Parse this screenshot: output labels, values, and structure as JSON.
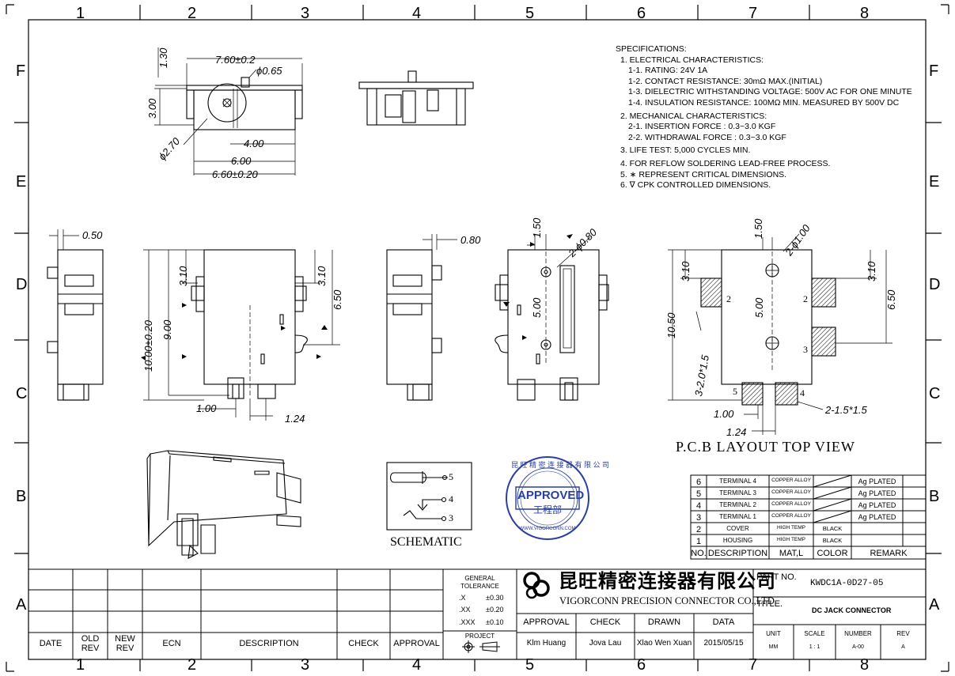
{
  "grid": {
    "columns": [
      "1",
      "2",
      "3",
      "4",
      "5",
      "6",
      "7",
      "8"
    ],
    "rows": [
      "F",
      "E",
      "D",
      "C",
      "B",
      "A"
    ]
  },
  "specifications": {
    "title": "SPECIFICATIONS:",
    "lines": [
      "1. ELECTRICAL CHARACTERISTICS:",
      "1-1. RATING: 24V 1A",
      "1-2. CONTACT RESISTANCE: 30mΩ MAX.(INITIAL)",
      "1-3. DIELECTRIC WITHSTANDING VOLTAGE: 500V AC FOR ONE MINUTE",
      "1-4. INSULATION RESISTANCE: 100MΩ MIN. MEASURED BY 500V DC",
      "2. MECHANICAL CHARACTERISTICS:",
      "2-1. INSERTION FORCE : 0.3~3.0 KGF",
      "2-2. WITHDRAWAL FORCE : 0.3~3.0 KGF",
      "3. LIFE TEST: 5,000 CYCLES MIN.",
      "4. FOR REFLOW SOLDERING LEAD-FREE PROCESS.",
      "5. ∗ REPRESENT CRITICAL DIMENSIONS.",
      "6. ∇ CPK CONTROLLED DIMENSIONS."
    ]
  },
  "dimensions": {
    "top_view": {
      "d1": "7.60±0.2",
      "d2": "ϕ0.65",
      "d3": "1.30",
      "d4": "3.00",
      "d5": "4.00",
      "d6": "6.00",
      "d7": "6.60±0.20",
      "d8": "ϕ2.70"
    },
    "left_view": {
      "d1": "0.50"
    },
    "front_view": {
      "d1": "10.00±0.20",
      "d2": "9.00",
      "d3": "3.10",
      "d4": "3.10",
      "d5": "6.50",
      "d6": "1.00",
      "d7": "1.24"
    },
    "side_view": {
      "d1": "0.80"
    },
    "bottom_view": {
      "d1": "1.50",
      "d2": "2-ϕ0.80",
      "d3": "5.00"
    },
    "pcb": {
      "d1": "1.50",
      "d2": "2-ϕ1.00",
      "d3": "3.10",
      "d4": "3.10",
      "d5": "6.50",
      "d6": "10.50",
      "d7": "5.00",
      "d8": "3-2.0*1.5",
      "d9": "1.00",
      "d10": "1.24",
      "d11": "2-1.5*1.5",
      "pads": [
        "2",
        "2",
        "3",
        "5",
        "4"
      ]
    }
  },
  "pcb_title": "P.C.B LAYOUT TOP VIEW",
  "schematic": {
    "title": "SCHEMATIC",
    "pins": [
      "5",
      "4",
      "3"
    ]
  },
  "stamp": {
    "label": "APPROVED",
    "dept": "工程部",
    "ring": "昆 旺 精 密 连 接 器 有 限 公 司",
    "url": "WWW.VIGORCONN.COM"
  },
  "bom": {
    "header": [
      "NO.",
      "DESCRIPTION",
      "MAT,L",
      "COLOR",
      "REMARK"
    ],
    "rows": [
      {
        "no": "6",
        "desc": "TERMINAL 4",
        "mat": "COPPER ALLOY",
        "color": "",
        "remark": "Ag PLATED"
      },
      {
        "no": "5",
        "desc": "TERMINAL 3",
        "mat": "COPPER ALLOY",
        "color": "",
        "remark": "Ag PLATED"
      },
      {
        "no": "4",
        "desc": "TERMINAL 2",
        "mat": "COPPER ALLOY",
        "color": "",
        "remark": "Ag PLATED"
      },
      {
        "no": "3",
        "desc": "TERMINAL 1",
        "mat": "COPPER ALLOY",
        "color": "",
        "remark": "Ag PLATED"
      },
      {
        "no": "2",
        "desc": "COVER",
        "mat": "HIGH TEMP",
        "color": "BLACK",
        "remark": ""
      },
      {
        "no": "1",
        "desc": "HOUSING",
        "mat": "HIGH TEMP",
        "color": "BLACK",
        "remark": ""
      }
    ]
  },
  "title_block": {
    "rev_headers": [
      "DATE",
      "OLD REV",
      "NEW REV",
      "ECN",
      "DESCRIPTION",
      "CHECK",
      "APPROVAL"
    ],
    "tolerance_title": [
      "GENERAL",
      "TOLERANCE"
    ],
    "tolerances": [
      [
        ".X",
        "±0.30"
      ],
      [
        ".XX",
        "±0.20"
      ],
      [
        ".XXX",
        "±0.10"
      ]
    ],
    "project_label": "PROJECT",
    "company_cn": "昆旺精密连接器有限公司",
    "company_en": "VIGORCONN PRECISION CONNECTOR CO.,LTD",
    "approval_headers": [
      "APPROVAL",
      "CHECK",
      "DRAWN",
      "DATA"
    ],
    "approval_values": [
      "Klm Huang",
      "Jova Lau",
      "Xlao Wen Xuan",
      "2015/05/15"
    ],
    "part_no_label": "PART NO.",
    "part_no": "KWDC1A-0D27-05",
    "title_label": "TITLE.",
    "title": "DC JACK CONNECTOR",
    "meta_headers": [
      "UNIT",
      "SCALE",
      "NUMBER",
      "REV"
    ],
    "meta_values": [
      "MM",
      "1 : 1",
      "A-00",
      "A"
    ]
  }
}
